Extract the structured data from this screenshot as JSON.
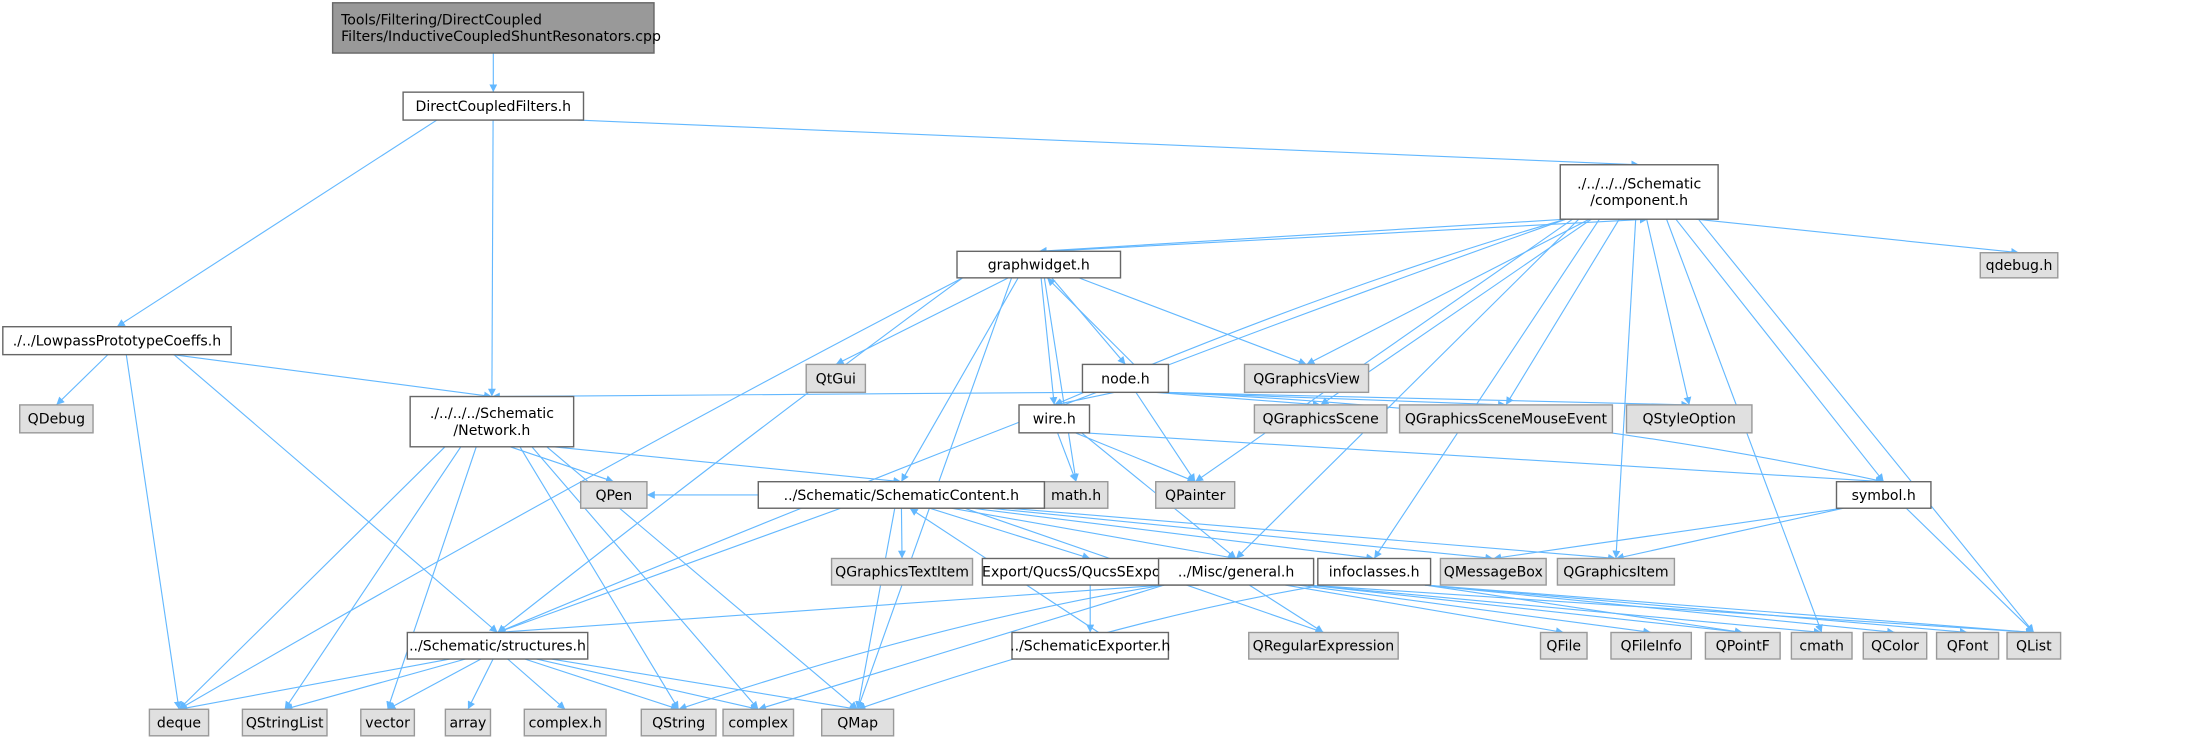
{
  "title": "Include dependency graph for InductiveCoupledShuntResonators.cpp",
  "colors": {
    "edge": "#63b8ff",
    "root_fill": "#999999",
    "local_fill": "#ffffff",
    "external_fill": "#e0e0e0"
  },
  "nodes": [
    {
      "id": "cpp",
      "lines": [
        "Tools/Filtering/DirectCoupled",
        "Filters/InductiveCoupledShuntResonators.cpp"
      ],
      "kind": "root"
    },
    {
      "id": "dcf",
      "lines": [
        "DirectCoupledFilters.h"
      ],
      "kind": "local"
    },
    {
      "id": "comp",
      "lines": [
        "./../../../Schematic",
        "/component.h"
      ],
      "kind": "local"
    },
    {
      "id": "gw",
      "lines": [
        "graphwidget.h"
      ],
      "kind": "local"
    },
    {
      "id": "lowpass",
      "lines": [
        "./../LowpassPrototypeCoeffs.h"
      ],
      "kind": "local"
    },
    {
      "id": "node",
      "lines": [
        "node.h"
      ],
      "kind": "local"
    },
    {
      "id": "qtgui",
      "lines": [
        "QtGui"
      ],
      "kind": "external"
    },
    {
      "id": "qgview",
      "lines": [
        "QGraphicsView"
      ],
      "kind": "external"
    },
    {
      "id": "qdebugh",
      "lines": [
        "qdebug.h"
      ],
      "kind": "external"
    },
    {
      "id": "network",
      "lines": [
        "./../../../Schematic",
        "/Network.h"
      ],
      "kind": "local"
    },
    {
      "id": "qdebug",
      "lines": [
        "QDebug"
      ],
      "kind": "external"
    },
    {
      "id": "wire",
      "lines": [
        "wire.h"
      ],
      "kind": "local"
    },
    {
      "id": "qgscene",
      "lines": [
        "QGraphicsScene"
      ],
      "kind": "external"
    },
    {
      "id": "qgsme",
      "lines": [
        "QGraphicsSceneMouseEvent"
      ],
      "kind": "external"
    },
    {
      "id": "qstyle",
      "lines": [
        "QStyleOption"
      ],
      "kind": "external"
    },
    {
      "id": "math",
      "lines": [
        "math.h"
      ],
      "kind": "external"
    },
    {
      "id": "qpainter",
      "lines": [
        "QPainter"
      ],
      "kind": "external"
    },
    {
      "id": "symbol",
      "lines": [
        "symbol.h"
      ],
      "kind": "local"
    },
    {
      "id": "sc",
      "lines": [
        "../Schematic/SchematicContent.h"
      ],
      "kind": "local"
    },
    {
      "id": "qpen",
      "lines": [
        "QPen"
      ],
      "kind": "external"
    },
    {
      "id": "qgtext",
      "lines": [
        "QGraphicsTextItem"
      ],
      "kind": "external"
    },
    {
      "id": "qucsexp",
      "lines": [
        "Export/QucsS/QucsSExporter.h"
      ],
      "kind": "local"
    },
    {
      "id": "general",
      "lines": [
        "../Misc/general.h"
      ],
      "kind": "local"
    },
    {
      "id": "info",
      "lines": [
        "infoclasses.h"
      ],
      "kind": "local"
    },
    {
      "id": "qmsg",
      "lines": [
        "QMessageBox"
      ],
      "kind": "external"
    },
    {
      "id": "qgitem",
      "lines": [
        "QGraphicsItem"
      ],
      "kind": "external"
    },
    {
      "id": "struct",
      "lines": [
        "../Schematic/structures.h"
      ],
      "kind": "local"
    },
    {
      "id": "schexp",
      "lines": [
        "../SchematicExporter.h"
      ],
      "kind": "local"
    },
    {
      "id": "qregex",
      "lines": [
        "QRegularExpression"
      ],
      "kind": "external"
    },
    {
      "id": "qfile",
      "lines": [
        "QFile"
      ],
      "kind": "external"
    },
    {
      "id": "qfileinfo",
      "lines": [
        "QFileInfo"
      ],
      "kind": "external"
    },
    {
      "id": "qpointf",
      "lines": [
        "QPointF"
      ],
      "kind": "external"
    },
    {
      "id": "cmath",
      "lines": [
        "cmath"
      ],
      "kind": "external"
    },
    {
      "id": "qcolor",
      "lines": [
        "QColor"
      ],
      "kind": "external"
    },
    {
      "id": "qfont",
      "lines": [
        "QFont"
      ],
      "kind": "external"
    },
    {
      "id": "qlist",
      "lines": [
        "QList"
      ],
      "kind": "external"
    },
    {
      "id": "deque",
      "lines": [
        "deque"
      ],
      "kind": "external"
    },
    {
      "id": "qstringlist",
      "lines": [
        "QStringList"
      ],
      "kind": "external"
    },
    {
      "id": "vector",
      "lines": [
        "vector"
      ],
      "kind": "external"
    },
    {
      "id": "array",
      "lines": [
        "array"
      ],
      "kind": "external"
    },
    {
      "id": "complexh",
      "lines": [
        "complex.h"
      ],
      "kind": "external"
    },
    {
      "id": "qstring",
      "lines": [
        "QString"
      ],
      "kind": "external"
    },
    {
      "id": "complex",
      "lines": [
        "complex"
      ],
      "kind": "external"
    },
    {
      "id": "qmap",
      "lines": [
        "QMap"
      ],
      "kind": "external"
    }
  ],
  "edges": [
    [
      "cpp",
      "dcf"
    ],
    [
      "dcf",
      "lowpass"
    ],
    [
      "dcf",
      "network"
    ],
    [
      "dcf",
      "comp"
    ],
    [
      "lowpass",
      "qdebug"
    ],
    [
      "lowpass",
      "deque"
    ],
    [
      "lowpass",
      "struct"
    ],
    [
      "lowpass",
      "network"
    ],
    [
      "comp",
      "gw"
    ],
    [
      "comp",
      "struct"
    ],
    [
      "comp",
      "qgview"
    ],
    [
      "comp",
      "wire"
    ],
    [
      "comp",
      "qgscene"
    ],
    [
      "comp",
      "qgsme"
    ],
    [
      "comp",
      "qstyle"
    ],
    [
      "comp",
      "qpainter"
    ],
    [
      "comp",
      "general"
    ],
    [
      "comp",
      "info"
    ],
    [
      "comp",
      "qgitem"
    ],
    [
      "comp",
      "symbol"
    ],
    [
      "comp",
      "qdebugh"
    ],
    [
      "comp",
      "cmath"
    ],
    [
      "comp",
      "qlist"
    ],
    [
      "gw",
      "comp"
    ],
    [
      "gw",
      "deque"
    ],
    [
      "gw",
      "struct"
    ],
    [
      "gw",
      "qtgui"
    ],
    [
      "gw",
      "sc"
    ],
    [
      "gw",
      "node"
    ],
    [
      "gw",
      "wire"
    ],
    [
      "gw",
      "math"
    ],
    [
      "gw",
      "qgview"
    ],
    [
      "gw",
      "qmap"
    ],
    [
      "node",
      "gw"
    ],
    [
      "node",
      "network"
    ],
    [
      "node",
      "wire"
    ],
    [
      "node",
      "qgscene"
    ],
    [
      "node",
      "qgsme"
    ],
    [
      "node",
      "qstyle"
    ],
    [
      "node",
      "qpainter"
    ],
    [
      "node",
      "symbol"
    ],
    [
      "wire",
      "math"
    ],
    [
      "wire",
      "qpainter"
    ],
    [
      "wire",
      "symbol"
    ],
    [
      "wire",
      "general"
    ],
    [
      "network",
      "sc"
    ],
    [
      "network",
      "qpen"
    ],
    [
      "network",
      "deque"
    ],
    [
      "network",
      "qstringlist"
    ],
    [
      "network",
      "vector"
    ],
    [
      "network",
      "qstring"
    ],
    [
      "network",
      "complex"
    ],
    [
      "network",
      "qmap"
    ],
    [
      "sc",
      "qpen"
    ],
    [
      "sc",
      "qgtext"
    ],
    [
      "sc",
      "qucsexp"
    ],
    [
      "sc",
      "struct"
    ],
    [
      "sc",
      "general"
    ],
    [
      "sc",
      "info"
    ],
    [
      "sc",
      "qmsg"
    ],
    [
      "sc",
      "qgitem"
    ],
    [
      "sc",
      "qregex"
    ],
    [
      "sc",
      "qmap"
    ],
    [
      "qucsexp",
      "schexp"
    ],
    [
      "schexp",
      "sc"
    ],
    [
      "general",
      "struct"
    ],
    [
      "general",
      "qregex"
    ],
    [
      "general",
      "qfile"
    ],
    [
      "general",
      "qfileinfo"
    ],
    [
      "general",
      "qpointf"
    ],
    [
      "general",
      "cmath"
    ],
    [
      "general",
      "qlist"
    ],
    [
      "general",
      "qstring"
    ],
    [
      "general",
      "complex"
    ],
    [
      "info",
      "qpointf"
    ],
    [
      "info",
      "qcolor"
    ],
    [
      "info",
      "qfont"
    ],
    [
      "info",
      "qmap"
    ],
    [
      "info",
      "qlist"
    ],
    [
      "symbol",
      "qmsg"
    ],
    [
      "symbol",
      "qgitem"
    ],
    [
      "symbol",
      "qlist"
    ],
    [
      "struct",
      "deque"
    ],
    [
      "struct",
      "qstringlist"
    ],
    [
      "struct",
      "vector"
    ],
    [
      "struct",
      "array"
    ],
    [
      "struct",
      "complexh"
    ],
    [
      "struct",
      "qstring"
    ],
    [
      "struct",
      "complex"
    ],
    [
      "struct",
      "qmap"
    ]
  ]
}
